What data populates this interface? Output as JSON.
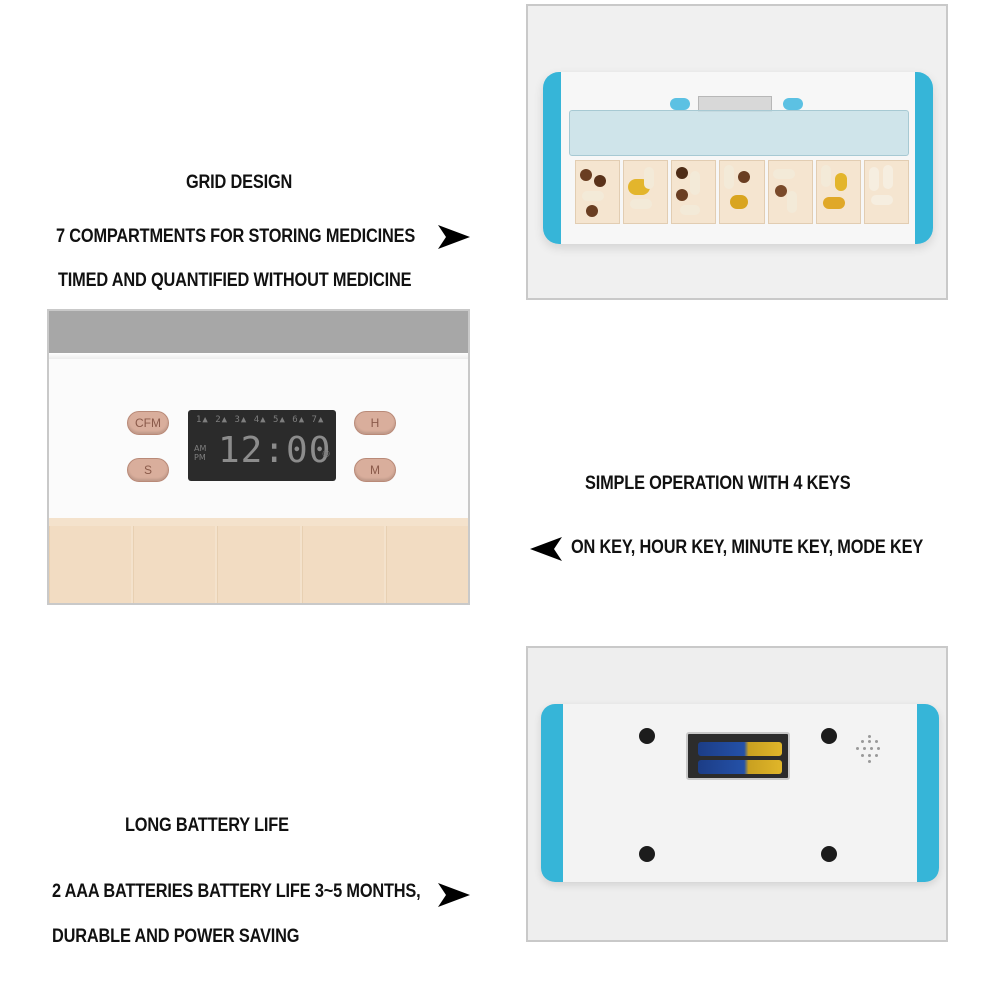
{
  "section_grid": {
    "heading": "GRID DESIGN",
    "line1": "7 COMPARTMENTS FOR STORING MEDICINES",
    "line2": "TIMED AND QUANTIFIED WITHOUT MEDICINE"
  },
  "section_keys": {
    "heading": "SIMPLE OPERATION WITH 4 KEYS",
    "line1": "ON KEY, HOUR KEY, MINUTE KEY, MODE KEY"
  },
  "section_battery": {
    "heading": "LONG BATTERY LIFE",
    "line1": "2 AAA BATTERIES BATTERY LIFE 3~5 MONTHS,",
    "line2": "DURABLE AND POWER SAVING"
  },
  "display": {
    "days": "1▲ 2▲ 3▲ 4▲ 5▲ 6▲ 7▲",
    "am": "AM",
    "pm": "PM",
    "time": "12:00",
    "btn_cfm": "CFM",
    "btn_s": "S",
    "btn_h": "H",
    "btn_m": "M"
  },
  "icons": {
    "arrow_right": "arrow-right-icon",
    "arrow_left": "arrow-left-icon"
  },
  "colors": {
    "accent_blue": "#36b5d8",
    "compartment": "#f5e5d0",
    "button": "#d9ae9c",
    "lcd": "#2b2b2b"
  }
}
